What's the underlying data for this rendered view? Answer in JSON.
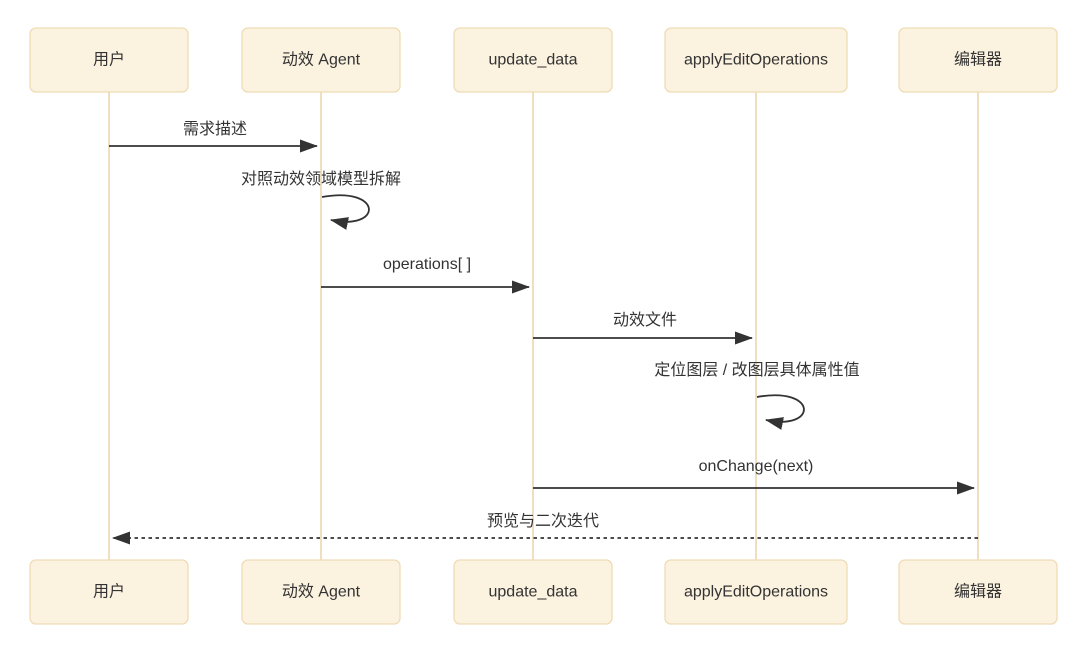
{
  "diagram": {
    "type": "sequence-diagram",
    "background": "#FFFFFF",
    "actors": [
      {
        "id": "user",
        "label": "用户"
      },
      {
        "id": "motion-agent",
        "label": "动效 Agent"
      },
      {
        "id": "update-data",
        "label": "update_data"
      },
      {
        "id": "apply-edit-operations",
        "label": "applyEditOperations"
      },
      {
        "id": "editor",
        "label": "编辑器"
      }
    ],
    "messages": [
      {
        "from": "用户",
        "to": "动效 Agent",
        "label": "需求描述",
        "style": "solid"
      },
      {
        "from": "动效 Agent",
        "to": "动效 Agent",
        "label": "对照动效领域模型拆解",
        "style": "self-loop"
      },
      {
        "from": "动效 Agent",
        "to": "update_data",
        "label": "operations[ ]",
        "style": "solid"
      },
      {
        "from": "update_data",
        "to": "applyEditOperations",
        "label": "动效文件",
        "style": "solid"
      },
      {
        "from": "applyEditOperations",
        "to": "applyEditOperations",
        "label": "定位图层 / 改图层具体属性值",
        "style": "self-loop"
      },
      {
        "from": "update_data",
        "to": "编辑器",
        "label": "onChange(next)",
        "style": "solid"
      },
      {
        "from": "编辑器",
        "to": "用户",
        "label": "预览与二次迭代",
        "style": "dashed"
      }
    ],
    "colors": {
      "actor_fill": "#FBF2DF",
      "actor_border": "#EFDCB6",
      "lifeline": "#F0DFBE",
      "arrow": "#333333",
      "text": "#333333"
    }
  }
}
